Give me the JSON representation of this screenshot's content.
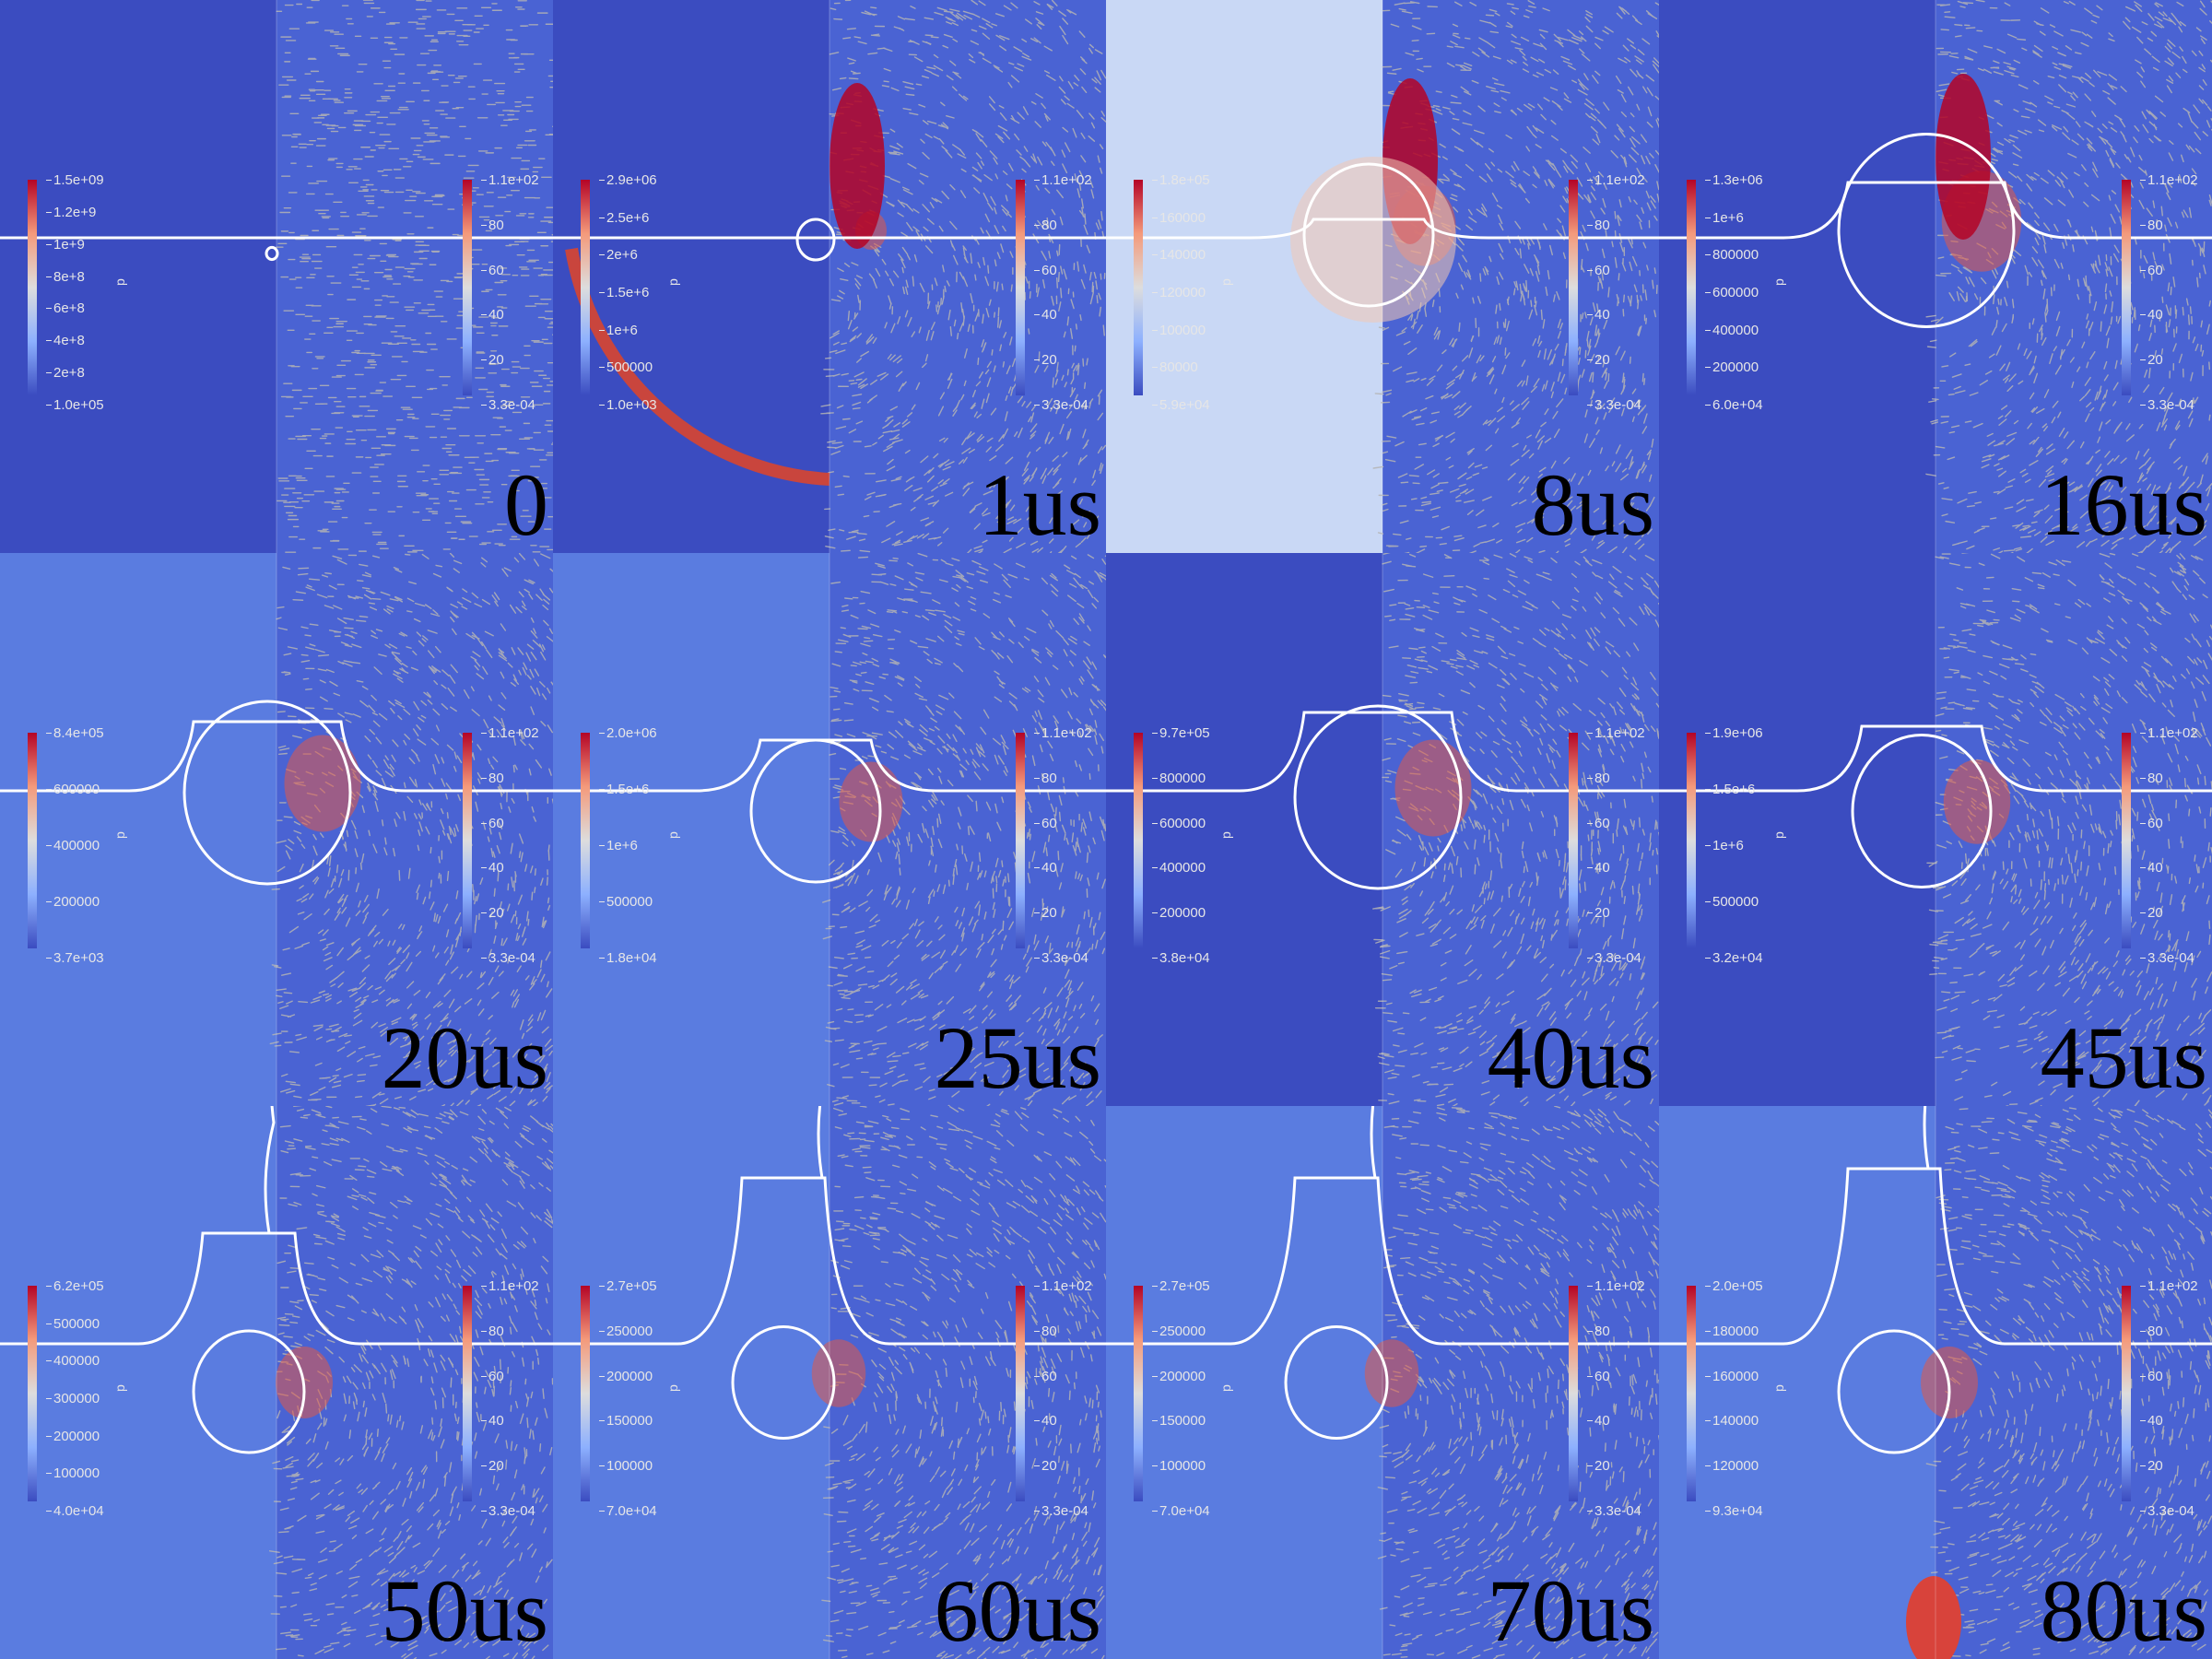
{
  "colormap": {
    "low": "#3b4cc0",
    "mid": "#dddddd",
    "high": "#b40426",
    "background_blue": "#4a63d3",
    "streamline": "#b4b4b4",
    "interface": "#ffffff"
  },
  "left_scalar_label": "p",
  "right_colorbar": {
    "top": "1.1e+02",
    "bottom": "3.3e-04",
    "ticks": [
      "80",
      "60",
      "40",
      "20"
    ]
  },
  "panels": [
    {
      "time": "0",
      "p_max": "1.5e+09",
      "p_min": "1.0e+05",
      "p_ticks": [
        "1.2e+9",
        "1e+9",
        "8e+8",
        "6e+8",
        "4e+8",
        "2e+8"
      ]
    },
    {
      "time": "1us",
      "p_max": "2.9e+06",
      "p_min": "1.0e+03",
      "p_ticks": [
        "2.5e+6",
        "2e+6",
        "1.5e+6",
        "1e+6",
        "500000"
      ]
    },
    {
      "time": "8us",
      "p_max": "1.8e+05",
      "p_min": "5.9e+04",
      "p_ticks": [
        "160000",
        "140000",
        "120000",
        "100000",
        "80000"
      ]
    },
    {
      "time": "16us",
      "p_max": "1.3e+06",
      "p_min": "6.0e+04",
      "p_ticks": [
        "1e+6",
        "800000",
        "600000",
        "400000",
        "200000"
      ]
    },
    {
      "time": "20us",
      "p_max": "8.4e+05",
      "p_min": "3.7e+03",
      "p_ticks": [
        "600000",
        "400000",
        "200000"
      ]
    },
    {
      "time": "25us",
      "p_max": "2.0e+06",
      "p_min": "1.8e+04",
      "p_ticks": [
        "1.5e+6",
        "1e+6",
        "500000"
      ]
    },
    {
      "time": "40us",
      "p_max": "9.7e+05",
      "p_min": "3.8e+04",
      "p_ticks": [
        "800000",
        "600000",
        "400000",
        "200000"
      ]
    },
    {
      "time": "45us",
      "p_max": "1.9e+06",
      "p_min": "3.2e+04",
      "p_ticks": [
        "1.5e+6",
        "1e+6",
        "500000"
      ]
    },
    {
      "time": "50us",
      "p_max": "6.2e+05",
      "p_min": "4.0e+04",
      "p_ticks": [
        "500000",
        "400000",
        "300000",
        "200000",
        "100000"
      ]
    },
    {
      "time": "60us",
      "p_max": "2.7e+05",
      "p_min": "7.0e+04",
      "p_ticks": [
        "250000",
        "200000",
        "150000",
        "100000"
      ]
    },
    {
      "time": "70us",
      "p_max": "2.7e+05",
      "p_min": "7.0e+04",
      "p_ticks": [
        "250000",
        "200000",
        "150000",
        "100000"
      ]
    },
    {
      "time": "80us",
      "p_max": "2.0e+05",
      "p_min": "9.3e+04",
      "p_ticks": [
        "180000",
        "160000",
        "140000",
        "120000"
      ]
    }
  ]
}
